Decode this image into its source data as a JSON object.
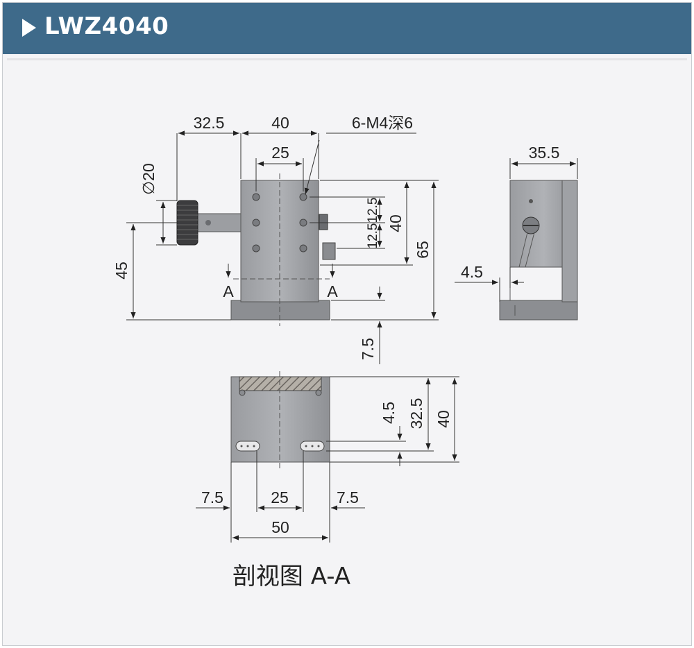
{
  "header": {
    "title": "LWZ4040"
  },
  "front_view": {
    "dim_top_left": "32.5",
    "dim_top_width": "40",
    "dim_inner_width": "25",
    "hole_note": "6-M4深6",
    "dim_knob_diameter": "∅20",
    "dim_height_45": "45",
    "dim_hole_pitch_upper": "12.5",
    "dim_hole_pitch_lower": "12.5",
    "dim_block_height": "40",
    "dim_total_height": "65",
    "dim_base_height": "7.5",
    "section_mark_left": "A",
    "section_mark_right": "A"
  },
  "side_view": {
    "dim_width": "35.5",
    "dim_offset": "4.5"
  },
  "section_view": {
    "dim_slot_offset": "4.5",
    "dim_slot_height": "32.5",
    "dim_height": "40",
    "dim_left_margin": "7.5",
    "dim_slot_pitch": "25",
    "dim_right_margin": "7.5",
    "dim_width": "50",
    "caption": "剖视图 A-A"
  }
}
